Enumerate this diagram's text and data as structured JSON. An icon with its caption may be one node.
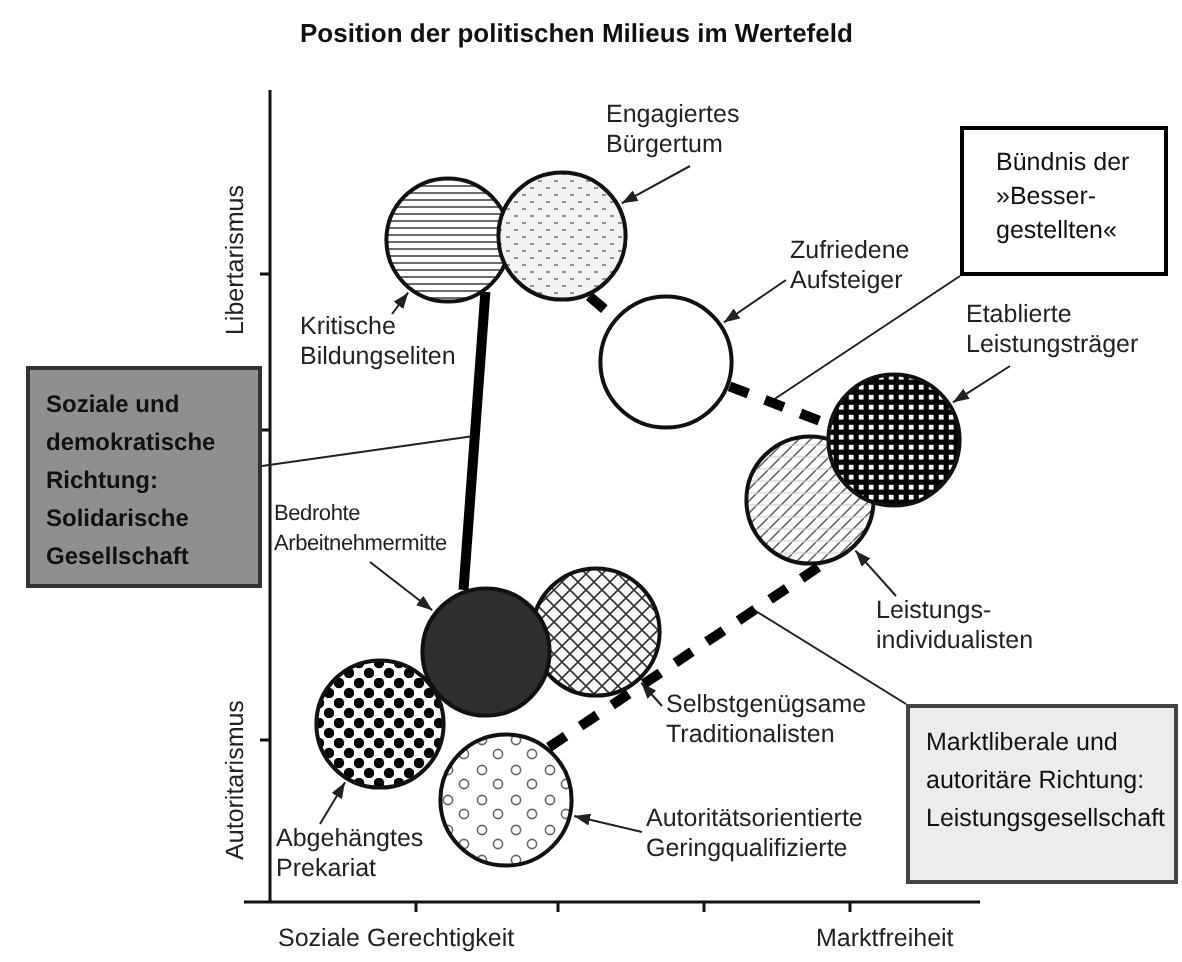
{
  "diagram": {
    "title": "Position der politischen Milieus im Wertefeld",
    "nodes": [
      {
        "text": [],
        "shape": "circle"
      },
      {
        "text": [],
        "shape": "circle"
      },
      {
        "text": [],
        "shape": "circle"
      },
      {
        "text": [],
        "shape": "circle"
      },
      {
        "text": [],
        "shape": "circle"
      },
      {
        "text": [],
        "shape": "circle"
      },
      {
        "text": [],
        "shape": "circle"
      },
      {
        "text": [],
        "shape": "circle"
      },
      {
        "text": [],
        "shape": "circle"
      },
      {
        "text": [
          "Kritische Bildungseliten"
        ]
      },
      {
        "text": [
          "Engagiertes Bürgertum"
        ]
      },
      {
        "text": [
          "Zufriedene Aufsteiger"
        ]
      },
      {
        "text": [
          "Etablierte Leistungsträger"
        ]
      },
      {
        "text": [
          "Bedrohte Arbeitnehmermitte"
        ]
      },
      {
        "text": [
          "Leistungs- individualisten"
        ]
      },
      {
        "text": [
          "Selbstgenügsame Traditionalisten"
        ]
      },
      {
        "text": [
          "Abgehängtes Prekariat"
        ]
      },
      {
        "text": [
          "Autoritätsorientierte Geringqualifizierte"
        ]
      },
      {
        "text": [
          "Bündnis der »Besser- gestellten«"
        ]
      },
      {
        "text": [
          "Soziale und demokratische Richtung: Solidarische Gesellschaft"
        ]
      },
      {
        "text": [
          "Marktliberale und autoritäre Richtung: Leistungsgesellschaft"
        ]
      }
    ],
    "edges": [
      {
        "from": 9,
        "to": 1,
        "arrow": "to"
      },
      {
        "from": 10,
        "to": 4,
        "arrow": "to"
      },
      {
        "from": 11,
        "to": 6,
        "arrow": "to"
      },
      {
        "from": 12,
        "to": 8,
        "arrow": "to"
      },
      {
        "from": 13,
        "to": 2,
        "arrow": "to"
      },
      {
        "from": 14,
        "to": 7,
        "arrow": "to"
      },
      {
        "from": 15,
        "to": 5,
        "arrow": "to"
      },
      {
        "from": 16,
        "to": 0,
        "arrow": "to"
      },
      {
        "from": 17,
        "to": 3,
        "arrow": "to"
      },
      {
        "from": 18,
        "to": null,
        "arrow": "none"
      },
      {
        "from": 19,
        "to": null,
        "arrow": "none"
      },
      {
        "from": 20,
        "to": null,
        "arrow": "none"
      },
      {
        "from": 1,
        "to": 2,
        "arrow": "none",
        "style": "thick"
      },
      {
        "from": 4,
        "to": 6,
        "arrow": "none",
        "style": "dashed"
      },
      {
        "from": 3,
        "to": 7,
        "arrow": "none",
        "style": "dashed"
      },
      {
        "from": 6,
        "to": 8,
        "arrow": "none",
        "style": "dashed"
      }
    ],
    "labels": [
      "Libertarismus",
      "Autoritarismus",
      "Soziale Gerechtigkeit",
      "Marktfreiheit"
    ]
  }
}
